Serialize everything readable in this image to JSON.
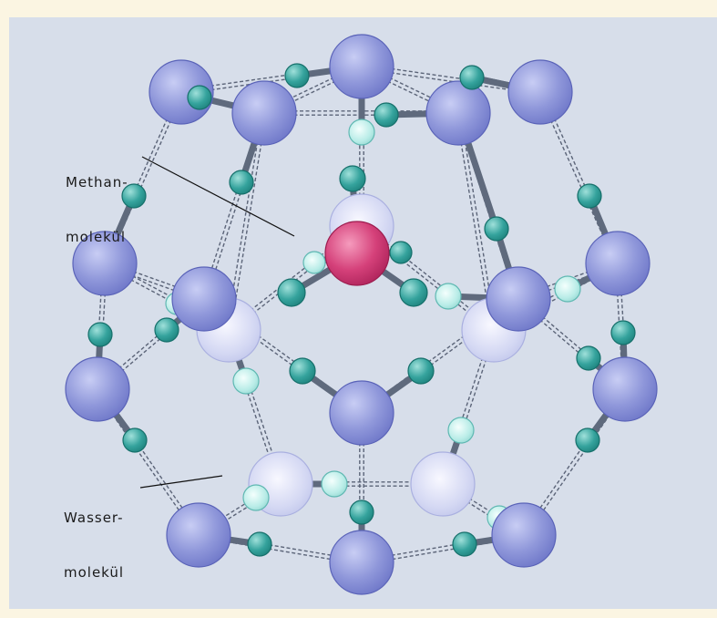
{
  "labels": {
    "methane": {
      "line1": "Methan-",
      "line2": "molekül"
    },
    "water": {
      "line1": "Wasser-",
      "line2": "molekül"
    }
  },
  "colors": {
    "background": "#d7deea",
    "border": "#fbf5e2",
    "oxygen_front": "#8e96d8",
    "oxygen_back": "#d6daf4",
    "hydrogen_front": "#2e9b95",
    "hydrogen_back": "#a8e3de",
    "carbon": "#cc2f6a",
    "bond": "#5f6a7d"
  }
}
